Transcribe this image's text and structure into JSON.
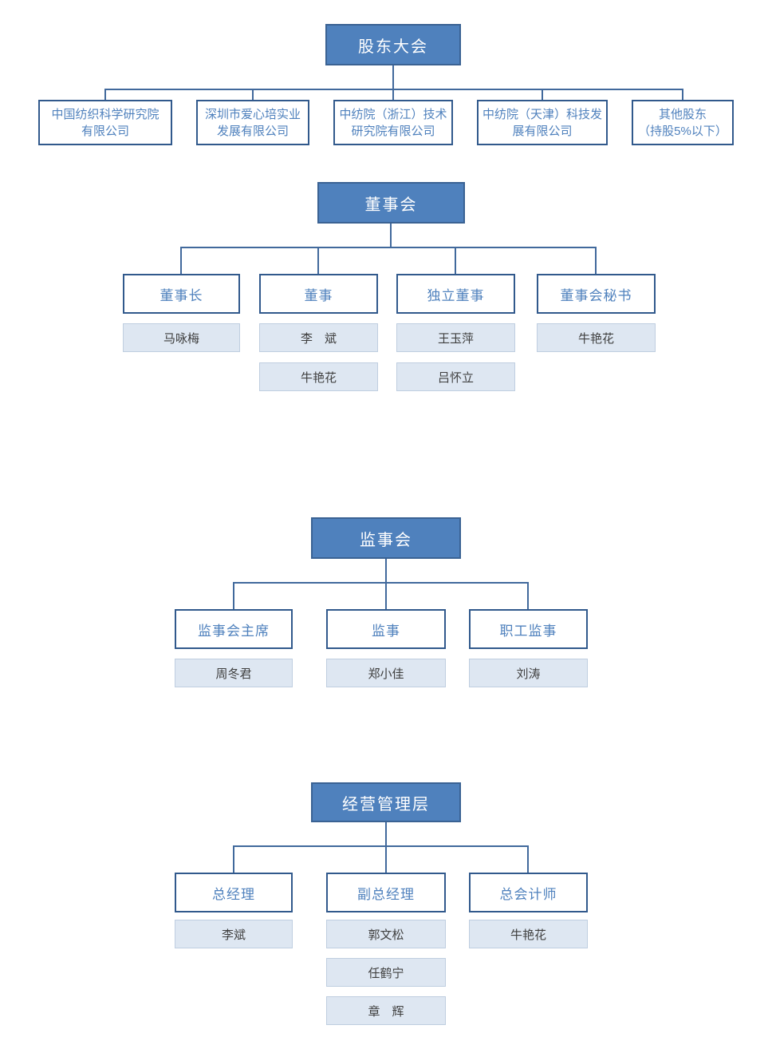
{
  "palette": {
    "header_fill": "#4F81BD",
    "header_border": "#3A6293",
    "header_text": "#FFFFFF",
    "title_border": "#31598C",
    "title_text": "#4F81BD",
    "member_fill": "#DEE7F2",
    "member_border": "#BFCEE0",
    "member_text": "#3F3F3F",
    "line_color": "#41699C"
  },
  "sections": [
    {
      "header": "股东大会",
      "children": [
        {
          "line1": "中国纺织科学研究院",
          "line2": "有限公司"
        },
        {
          "line1": "深圳市爱心培实业",
          "line2": "发展有限公司"
        },
        {
          "line1": "中纺院（浙江）技术",
          "line2": "研究院有限公司"
        },
        {
          "line1": "中纺院（天津）科技发",
          "line2": "展有限公司"
        },
        {
          "line1": "其他股东",
          "line2": "（持股5%以下）"
        }
      ]
    },
    {
      "header": "董事会",
      "positions": [
        {
          "title": "董事长",
          "members": [
            "马咏梅"
          ]
        },
        {
          "title": "董事",
          "members": [
            "李　斌",
            "牛艳花"
          ]
        },
        {
          "title": "独立董事",
          "members": [
            "王玉萍",
            "吕怀立"
          ]
        },
        {
          "title": "董事会秘书",
          "members": [
            "牛艳花"
          ]
        }
      ]
    },
    {
      "header": "监事会",
      "positions": [
        {
          "title": "监事会主席",
          "members": [
            "周冬君"
          ]
        },
        {
          "title": "监事",
          "members": [
            "郑小佳"
          ]
        },
        {
          "title": "职工监事",
          "members": [
            "刘涛"
          ]
        }
      ]
    },
    {
      "header": "经营管理层",
      "positions": [
        {
          "title": "总经理",
          "members": [
            "李斌"
          ]
        },
        {
          "title": "副总经理",
          "members": [
            "郭文松",
            "任鹤宁",
            "章　辉"
          ]
        },
        {
          "title": "总会计师",
          "members": [
            "牛艳花"
          ]
        }
      ]
    }
  ]
}
